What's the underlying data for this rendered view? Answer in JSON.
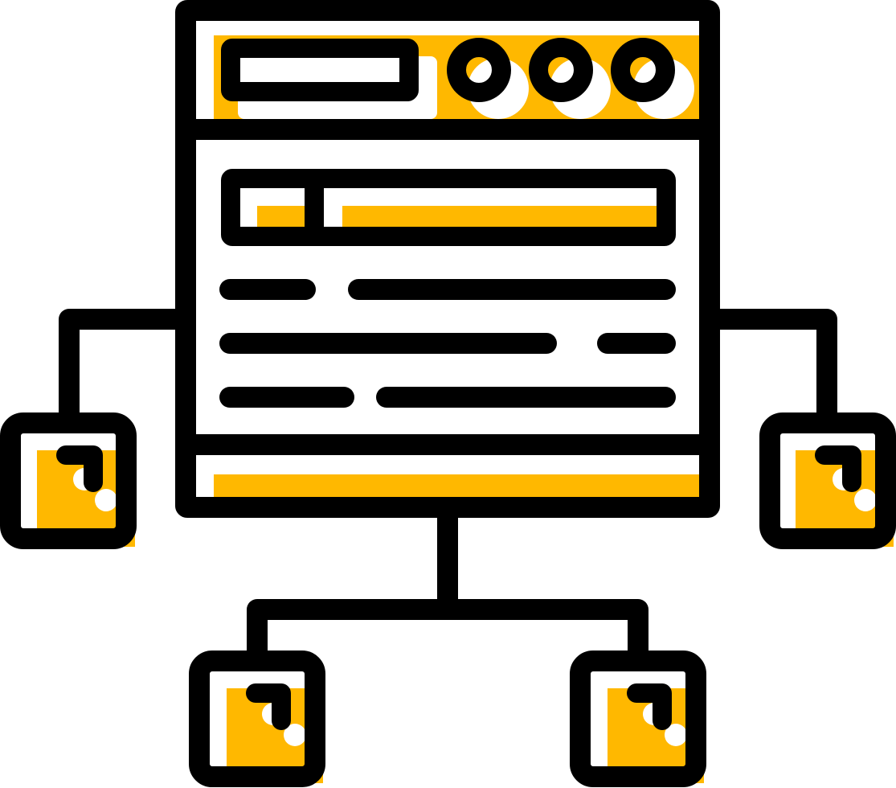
{
  "icon": {
    "name": "sitemap-webpage-icon",
    "colors": {
      "accent": "#FFB800",
      "stroke": "#000000",
      "background": "#FFFFFF"
    },
    "parts": [
      "browser-window-icon",
      "header-bar",
      "address-bar",
      "window-control-dots",
      "search-bar",
      "text-lines",
      "footer-bar",
      "connector-lines",
      "node-boxes"
    ]
  }
}
